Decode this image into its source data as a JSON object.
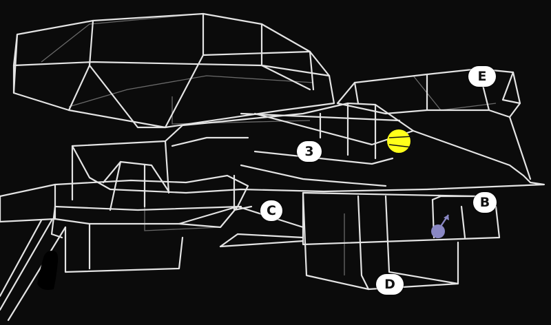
{
  "scene": {
    "markers": [
      {
        "id": "E",
        "label": "E"
      },
      {
        "id": "3",
        "label": "3"
      },
      {
        "id": "C",
        "label": "C"
      },
      {
        "id": "B",
        "label": "B"
      },
      {
        "id": "D",
        "label": "D"
      }
    ],
    "colors": {
      "background": "#0b0b0b",
      "wireframe": "#e4e4e4",
      "target_light": "#ffff1a",
      "player": "#8a88c4"
    },
    "icons": {
      "target_light": "yellow-light-icon",
      "player": "player-avatar-icon",
      "shadow": "shadow-silhouette"
    }
  }
}
